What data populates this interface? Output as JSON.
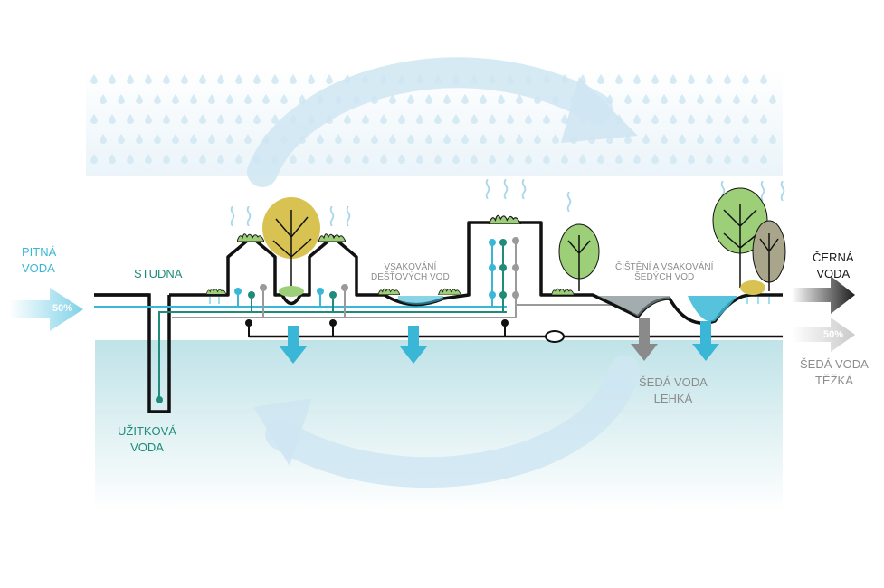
{
  "labels": {
    "pitna_voda": "PITNÁ\nVODA",
    "studna": "STUDNA",
    "uzitkova_voda": "UŽITKOVÁ\nVODA",
    "vsakovani": "VSAKOVÁNÍ\nDEŠŤOVÝCH VOD",
    "cisteni": "ČIŠTĚNÍ A VSAKOVÁNÍ\nŠEDÝCH VOD",
    "cerna_voda": "ČERNÁ\nVODA",
    "seda_voda_tezka": "ŠEDÁ VODA\nTĚŽKÁ",
    "seda_voda_lehka": "ŠEDÁ VODA\nLEHKÁ"
  },
  "percentages": {
    "inflow": "50%",
    "outflow_grey": "50%"
  },
  "colors": {
    "teal": "#1e8c78",
    "water_blue": "#3ab7d6",
    "light_blue": "#cfe6f2",
    "ground": "#cde8ec",
    "outline": "#111111",
    "grey_pipe": "#9a9a9a",
    "tree_yellow": "#d8c352",
    "tree_green": "#9ccf78",
    "tree_grey": "#a9a58a"
  }
}
